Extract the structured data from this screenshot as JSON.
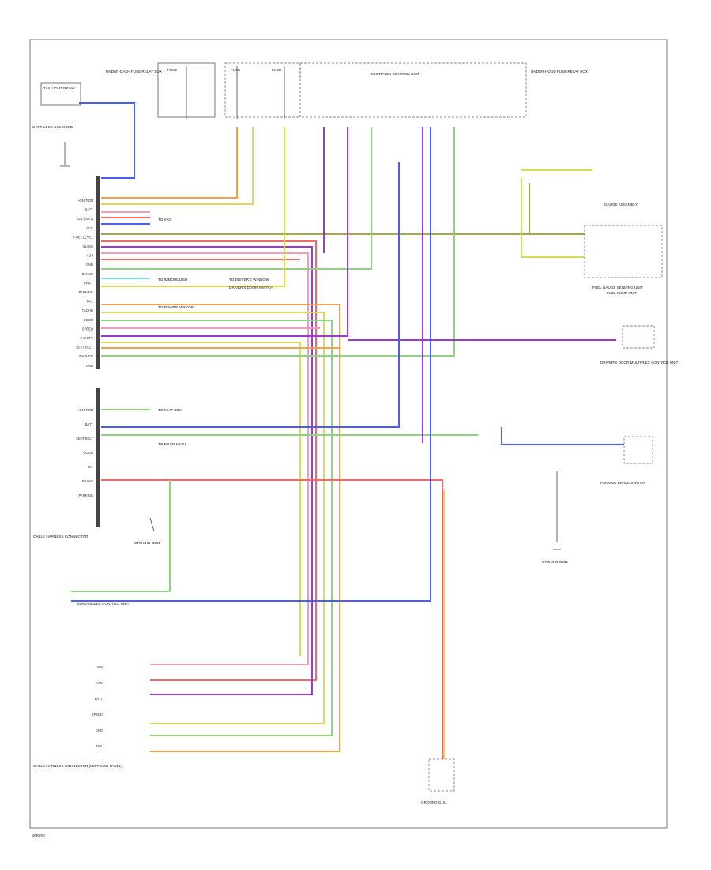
{
  "colors": {
    "orange": "#f5a04a",
    "red": "#f06a6a",
    "pink": "#f39ac0",
    "blue": "#4a5ef5",
    "purple": "#9a3ad0",
    "green": "#8ad67a",
    "yellow": "#e0d85a",
    "olive": "#a8a840",
    "lightblue": "#7adcf0",
    "black": "#333333",
    "gray": "#9a9a9a"
  },
  "diagram": {
    "footer_text": "WIRING",
    "components": {
      "tail_lamp": "TAIL LIGHT RELAY",
      "fuse_box_1": "FUSE",
      "fuse_box_2": "FUSE",
      "fuse_box_3": "FUSE",
      "multiplex_unit": "MULTIPLEX CONTROL UNIT",
      "under_dash_box": "UNDER-DASH FUSE/RELAY BOX",
      "under_hood_box": "UNDER-HOOD FUSE/RELAY BOX",
      "gauge_assembly": "GAUGE ASSEMBLY",
      "fuel_gauge_unit": "FUEL GAUGE SENDING UNIT",
      "fuel_pump_note": "FUEL PUMP UNIT",
      "shift_lock": "SHIFT LOCK SOLENOID",
      "parking_brake": "PARKING BRAKE SWITCH",
      "ground_g1": "GROUND G501",
      "ground_g2": "GROUND G401",
      "ground_g3": "GROUND G101",
      "cable_harness_main": "CABLE HARNESS CONNECTOR",
      "cable_harness_lower": "CABLE HARNESS CONNECTOR (LEFT KICK PANEL)",
      "immobilizer": "IMMOBILIZER CONTROL UNIT",
      "door_switch": "DRIVER'S DOOR SWITCH",
      "right_box_title": "DRIVER'S DOOR MULTIPLEX CONTROL UNIT"
    },
    "left_pins": [
      "IGNITION",
      "BATT",
      "IGN (DIST)",
      "ACC",
      "FUEL LEVEL",
      "ILLUMI",
      "VSS",
      "GND",
      "BRAKE",
      "SHIFT",
      "PARKING",
      "TAIL",
      "TACHO",
      "DOOR",
      "SPEED",
      "LIGHTS",
      "SEAT BELT",
      "WASHER",
      "GND"
    ],
    "left_pins_lower": [
      "IGNITION",
      "BATT",
      "SEAT BELT",
      "DOOR",
      "OIL",
      "BRAKE",
      "PARKING"
    ],
    "bottom_pins": [
      "IGN",
      "ACC",
      "BATT",
      "SPEED",
      "GND",
      "TAIL"
    ],
    "notes": {
      "note_a": "TO SRS",
      "note_b": "TO IMMOBILIZER",
      "note_c": "TO DRIVER'S WINDOW",
      "note_d": "TO POWER MIRROR",
      "note_e": "TO SEAT BELT",
      "note_f": "TO DOOR LOCK"
    }
  }
}
